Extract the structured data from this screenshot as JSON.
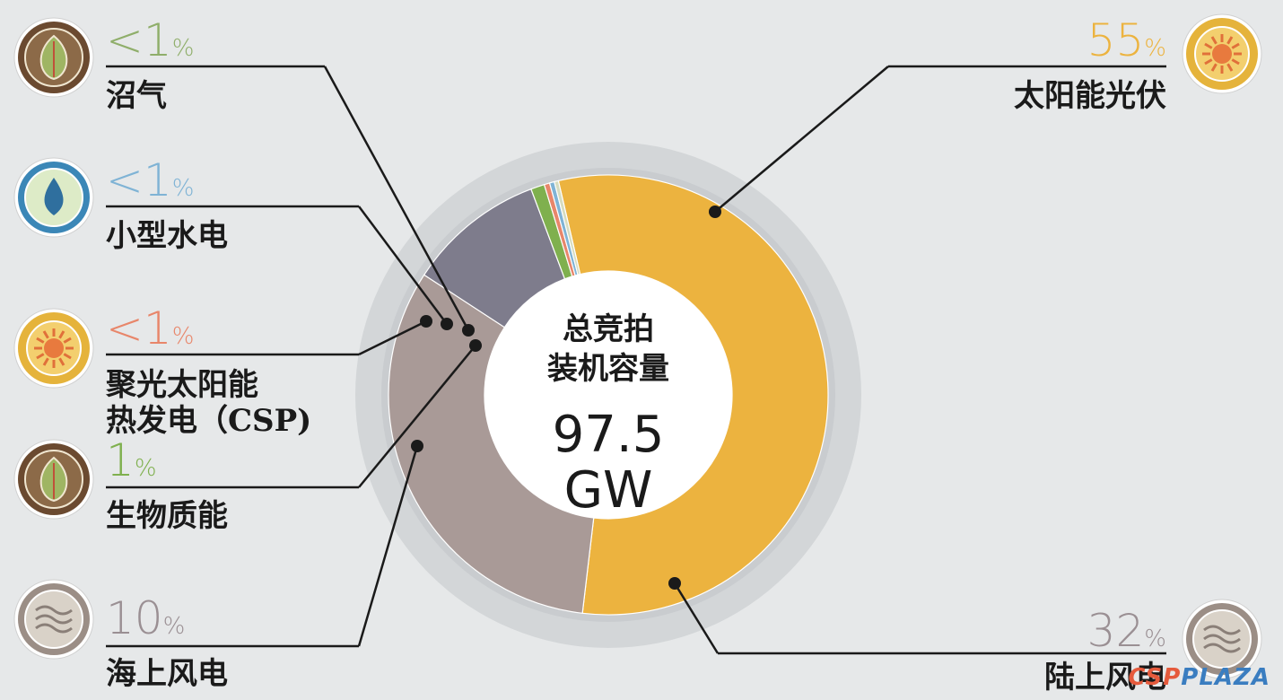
{
  "chart_data": {
    "type": "pie",
    "variant": "donut",
    "center_title_lines": [
      "总竞拍",
      "装机容量"
    ],
    "center_value_lines": [
      "97.5",
      "GW"
    ],
    "slices": [
      {
        "key": "solar_pv",
        "label_lines": [
          "太阳能光伏"
        ],
        "percent_text": "55",
        "value": 55,
        "color": "#ecb33f",
        "icon": "sun-icon",
        "icon_color": "#e5b33b"
      },
      {
        "key": "onshore_wind",
        "label_lines": [
          "陆上风电"
        ],
        "percent_text": "32",
        "value": 32,
        "color": "#a99a97",
        "icon": "wind-icon",
        "icon_color": "#9b8e86"
      },
      {
        "key": "offshore_wind",
        "label_lines": [
          "海上风电"
        ],
        "percent_text": "10",
        "value": 10,
        "color": "#7e7c8c",
        "icon": "wind-icon",
        "icon_color": "#9b8e86"
      },
      {
        "key": "biomass",
        "label_lines": [
          "生物质能"
        ],
        "percent_text": "1",
        "value": 1,
        "color": "#7fb04e",
        "icon": "leaf-icon",
        "icon_color": "#6b4a30"
      },
      {
        "key": "csp",
        "label_lines": [
          "聚光太阳能",
          "热发电（CSP)"
        ],
        "percent_text": "<1",
        "value": 0.4,
        "color": "#e8866a",
        "icon": "sun-icon",
        "icon_color": "#e5b33b"
      },
      {
        "key": "small_hydro",
        "label_lines": [
          "小型水电"
        ],
        "percent_text": "<1",
        "value": 0.35,
        "color": "#7fb3d5",
        "icon": "water-drop-icon",
        "icon_color": "#3b87b7"
      },
      {
        "key": "biogas",
        "label_lines": [
          "沼气"
        ],
        "percent_text": "<1",
        "value": 0.3,
        "color": "#d6dcc0",
        "icon": "leaf-icon",
        "icon_color": "#6b4a30"
      }
    ]
  },
  "percent_sign": "%",
  "watermark": {
    "part1": "CSP",
    "part2": "PLAZA"
  }
}
